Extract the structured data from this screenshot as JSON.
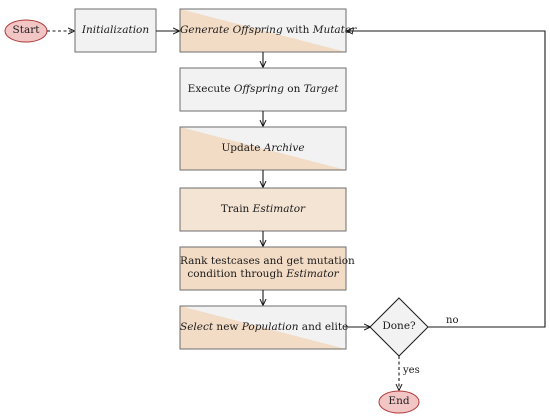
{
  "colors": {
    "box_fill": "#f2f2f2",
    "box_accent": "#f4e4d4",
    "box_stroke": "#6e6e6e",
    "terminal_fill": "#f3c6c6",
    "terminal_stroke": "#b03a3a",
    "decision_fill": "#f2f2f2",
    "line": "#1a1a1a"
  },
  "nodes": {
    "start": {
      "text": "Start"
    },
    "end": {
      "text": "End"
    },
    "initialization": {
      "text": "Initialization"
    },
    "generate": {
      "p1": "Generate ",
      "p2": "Offspring",
      "p3": " with ",
      "p4": "Mutator"
    },
    "execute": {
      "p1": "Execute ",
      "p2": "Offspring",
      "p3": " on ",
      "p4": "Target"
    },
    "update": {
      "p1": "Update ",
      "p2": "Archive"
    },
    "train": {
      "p1": "Train ",
      "p2": "Estimator"
    },
    "rank": {
      "line1": "Rank testcases and get mutation",
      "line2a": "condition through ",
      "line2b": "Estimator"
    },
    "select": {
      "p1": "Select",
      "p2": " new ",
      "p3": "Population",
      "p4": " and elite"
    },
    "decision": {
      "text": "Done?"
    }
  },
  "edges": {
    "no_label": "no",
    "yes_label": "yes"
  }
}
